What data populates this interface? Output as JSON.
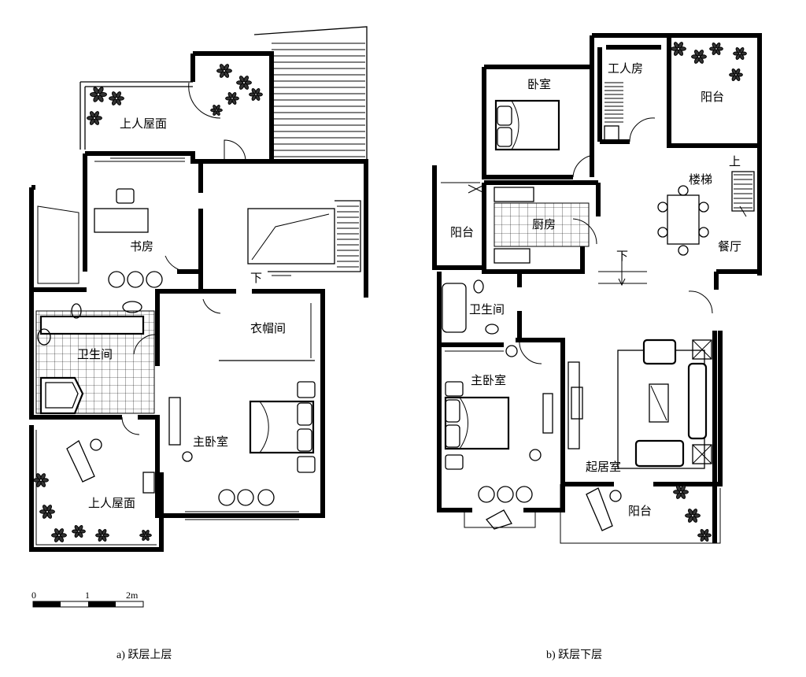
{
  "upper_floor": {
    "caption": "a) 跃层上层",
    "rooms": {
      "roof_terrace_top": "上人屋面",
      "study": "书房",
      "bathroom": "卫生间",
      "closet": "衣帽间",
      "master_bedroom": "主卧室",
      "roof_terrace_bottom": "上人屋面"
    },
    "stair_down": "下"
  },
  "lower_floor": {
    "caption": "b) 跃层下层",
    "rooms": {
      "bedroom": "卧室",
      "servant_room": "工人房",
      "balcony_top": "阳台",
      "stairs": "楼梯",
      "dining": "餐厅",
      "balcony_left": "阳台",
      "kitchen": "厨房",
      "bathroom": "卫生间",
      "master_bedroom": "主卧室",
      "living_room": "起居室",
      "balcony_bottom": "阳台"
    },
    "stair_up": "上",
    "stair_down": "下"
  },
  "scale_bar": {
    "labels": [
      "0",
      "1",
      "2m"
    ]
  }
}
